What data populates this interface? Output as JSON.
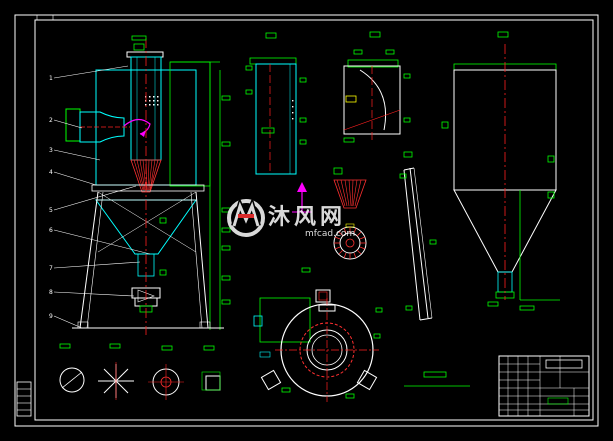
{
  "drawing": {
    "title": "Cyclone separator assembly drawing",
    "part_callouts": [
      "1",
      "2",
      "3",
      "4",
      "5",
      "6",
      "7",
      "8",
      "9"
    ]
  },
  "watermark": {
    "brand": "沐风网",
    "url": "mfcad.com"
  },
  "colors": {
    "background": "#000000",
    "frame": "#ffffff",
    "outline": "#00ffff",
    "dimension": "#00ff00",
    "centerline": "#ff2020",
    "hatch": "#ff3030",
    "accent": "#ff00ff",
    "note": "#ffff00",
    "watermark": "#ffffff"
  },
  "icons": {
    "logo": "mf-logo-icon"
  }
}
